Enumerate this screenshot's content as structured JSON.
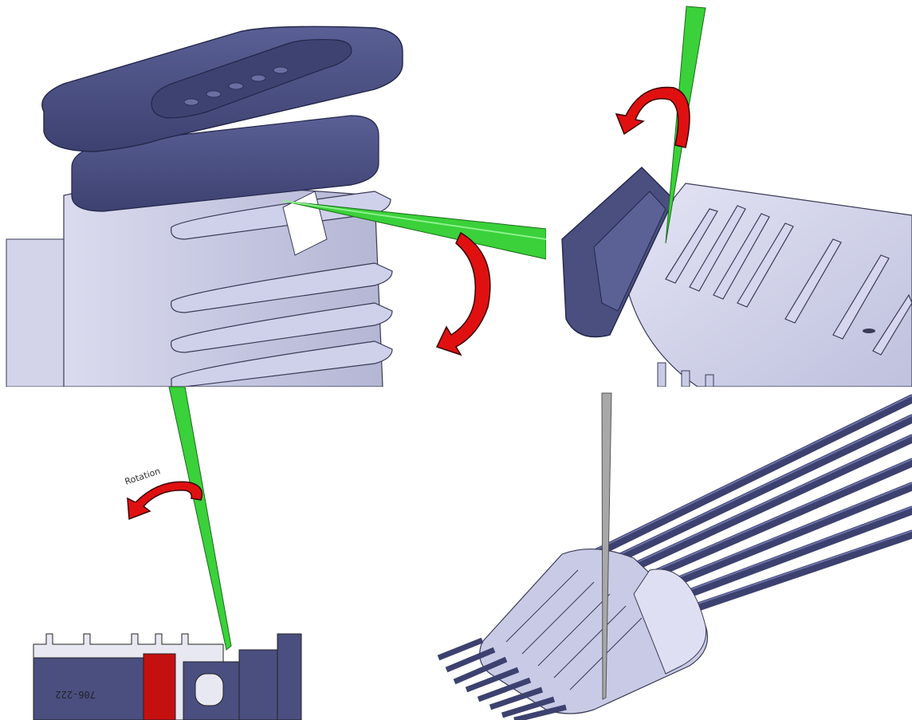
{
  "figure": {
    "panels": [
      {
        "id": "top-left",
        "view": "seal and housing with green tool inserted at latch"
      },
      {
        "id": "top-right",
        "view": "connector housing with green tool inserted from top"
      },
      {
        "id": "bottom-left",
        "view": "cross-section with green tool"
      },
      {
        "id": "bottom-right",
        "view": "connector with wire bundle and grey tool"
      }
    ],
    "rotation_label": "Rotation",
    "part_number": "706-222"
  },
  "colors": {
    "tool_green": "#3ad13a",
    "arrow_red": "#e01010",
    "seal_navy": "#4a4f80",
    "housing_lavender": "#c9cbe6",
    "tool_grey": "#a8a8a8"
  },
  "icons": [
    "rotation-arrow-icon"
  ]
}
